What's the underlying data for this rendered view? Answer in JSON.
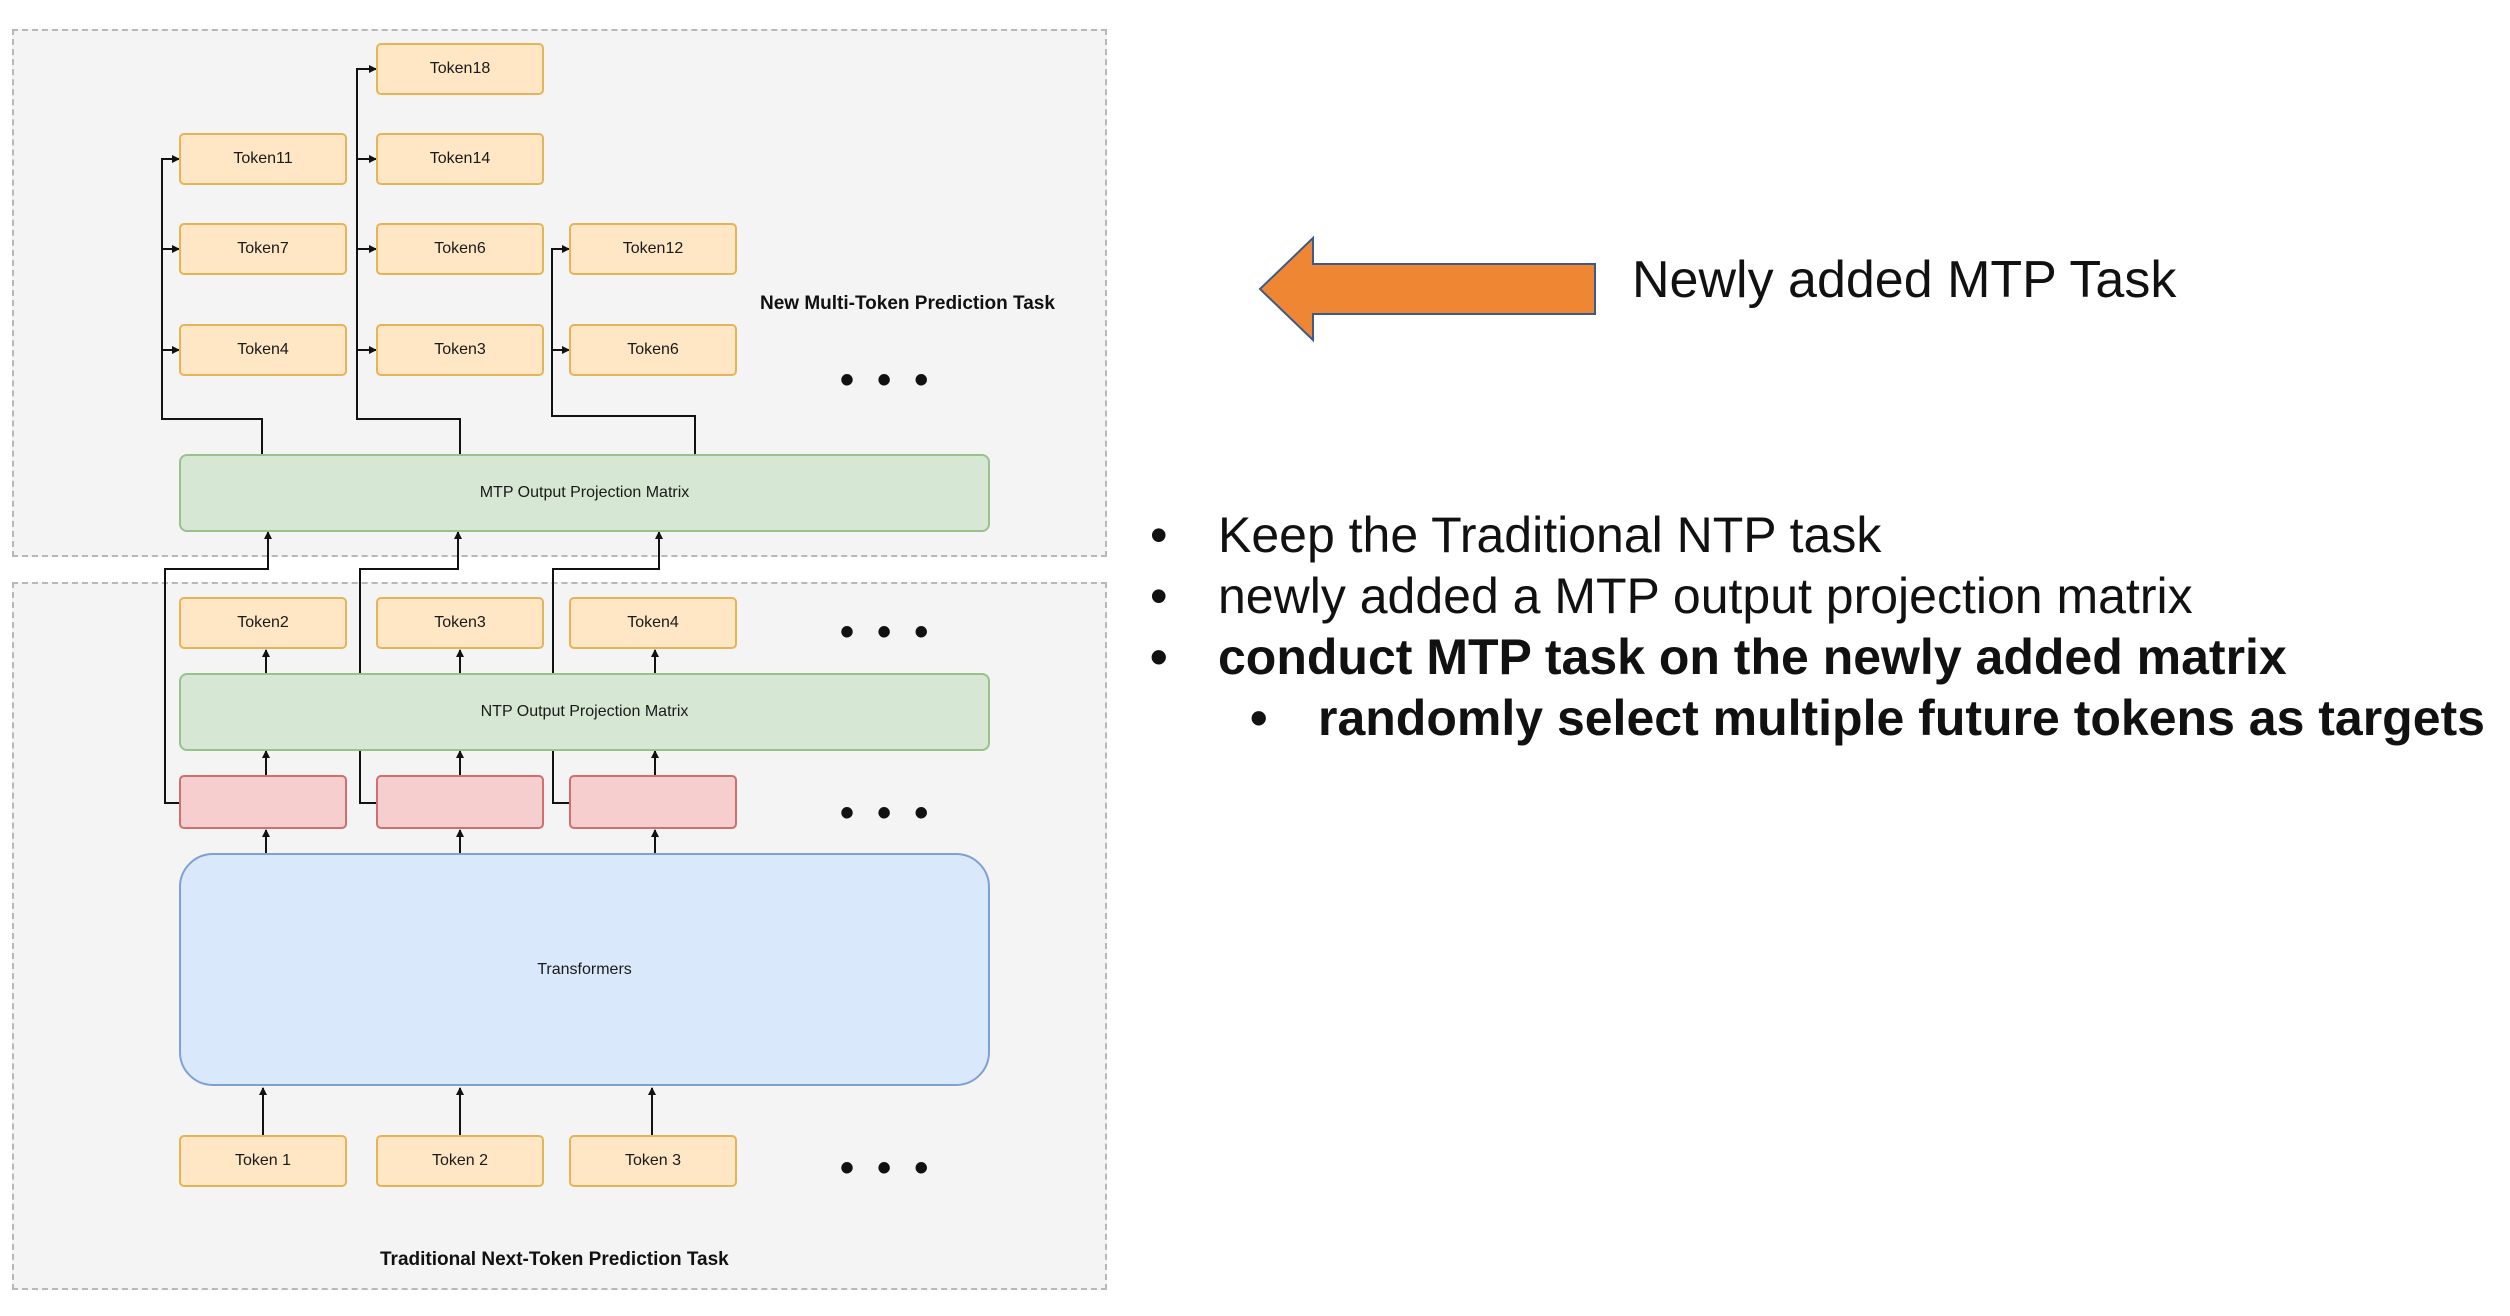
{
  "diagram": {
    "mtp_section": {
      "caption": "New Multi-Token Prediction Task",
      "tokens": [
        "Token11",
        "Token7",
        "Token4",
        "Token18",
        "Token14",
        "Token6",
        "Token3",
        "Token12",
        "Token6"
      ],
      "projection_label": "MTP Output Projection Matrix",
      "ellipsis": "• • •"
    },
    "ntp_section": {
      "caption": "Traditional Next-Token Prediction Task",
      "output_tokens": [
        "Token2",
        "Token3",
        "Token4"
      ],
      "projection_label": "NTP Output Projection Matrix",
      "transformer_label": "Transformers",
      "input_tokens": [
        "Token 1",
        "Token 2",
        "Token 3"
      ],
      "ellipsis": "• • •"
    }
  },
  "annotation": {
    "arrow_color": "#ee8633",
    "label": "Newly added MTP Task"
  },
  "bullets": {
    "marker": "•",
    "items": [
      "Keep the Traditional NTP task",
      "newly added a MTP output projection matrix",
      "conduct MTP task on the newly added matrix",
      "randomly select multiple future tokens as targets"
    ]
  }
}
